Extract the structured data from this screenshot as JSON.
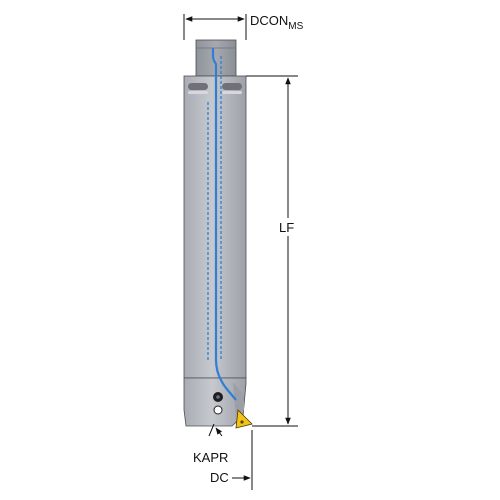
{
  "labels": {
    "dcon_main": "DCON",
    "dcon_sub": "MS",
    "lf": "LF",
    "kapr": "KAPR",
    "dc": "DC"
  },
  "colors": {
    "body": "#b9bcc2",
    "body_light": "#c8cbd0",
    "body_dark": "#8e9198",
    "coolant_channel": "#2f7fd6",
    "insert": "#f2c318",
    "line": "#111111"
  }
}
